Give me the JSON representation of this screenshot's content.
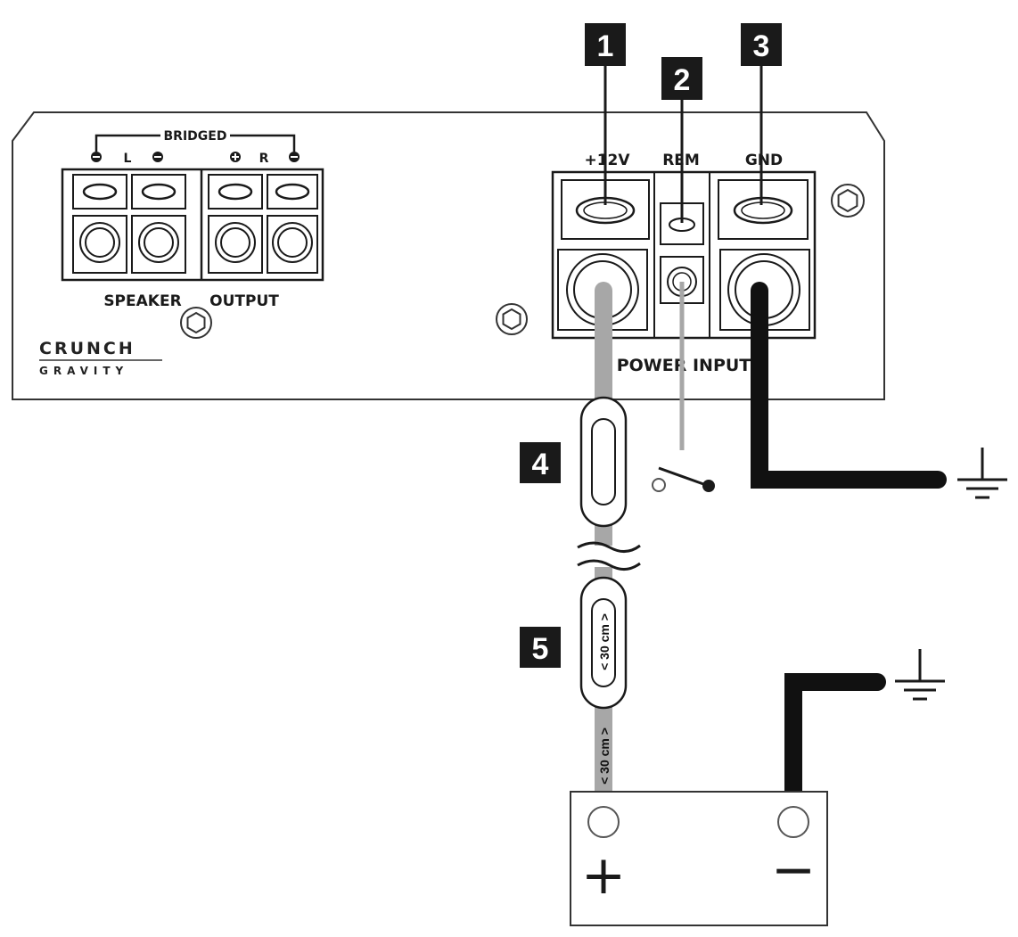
{
  "amplifier": {
    "bridged_label": "BRIDGED",
    "left_channel": "L",
    "right_channel": "R",
    "speaker_label": "SPEAKER",
    "output_label": "OUTPUT",
    "brand_top": "CRUNCH",
    "brand_bottom": "GRAVITY",
    "power_input_label": "POWER INPUT",
    "terminals": {
      "plus12v": "+12V",
      "rem": "REM",
      "gnd": "GND"
    }
  },
  "callouts": [
    "1",
    "2",
    "3",
    "4",
    "5"
  ],
  "fuse": {
    "label_upper": "< 30 cm >",
    "label_lower": "< 30 cm >"
  },
  "battery": {
    "positive": "+",
    "negative": "−"
  },
  "colors": {
    "line": "#1a1a1a",
    "cable_positive": "#a7a7a7",
    "cable_ground": "#111111",
    "badge": "#1a1a1a"
  }
}
